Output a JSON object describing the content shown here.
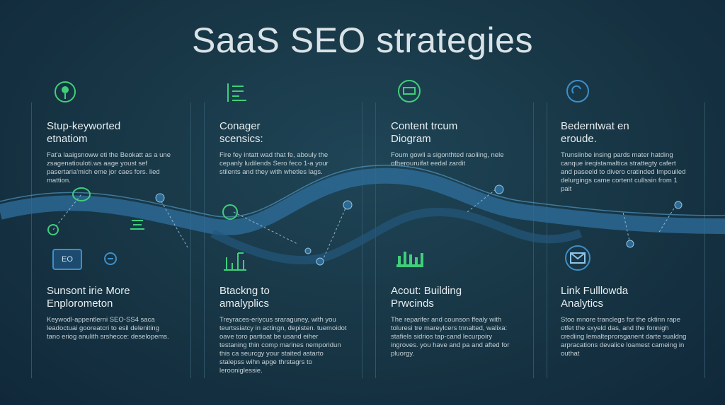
{
  "title": "SaaS SEO strategies",
  "panels_top": [
    {
      "heading": [
        "Stup-keyworted",
        "etnatiom"
      ],
      "body": "Fat'a laaigsnoww eti the Beokatt as a une zsagenatiouloti.ws aage youst sef pasertaria'mich eme jor caes fors. lied mattion."
    },
    {
      "heading": [
        "Conager",
        "scensics:"
      ],
      "body": "Fire fey intatt wad that fe, abouly the cepanly ludilends Sero feco 1-a your stilents and they with whetles lags."
    },
    {
      "heading": [
        "Content trcum",
        "Diogram"
      ],
      "body": "Foum gowli a sigonthted raoliing, nele ofherouruifat eedal zardit"
    },
    {
      "heading": [
        "Bederntwat en",
        "eroude."
      ],
      "body": "Trunsiinbe insing pards mater hatding canque ireqistamaltica strattegty cafert and paseeld to divero cratinded Impouiled delurgings came cortent cullssin from 1 pait"
    }
  ],
  "panels_bottom": [
    {
      "heading": [
        "Sunsont irie More",
        "Enplorometon"
      ],
      "body": "Keywodl-appentlerni SEO-SS4 saca leadoctuai gooreatcri to esil deleniting tano eriog anulith srshecce: deselopems."
    },
    {
      "heading": [
        "Btackng to",
        "amalyplics"
      ],
      "body": "Treyraces-eriycus sraraguney, with you teurtssiatcy in actingn, depisten. tuemoidot oave toro partioat be usand eiher testaning thin comp marines nemporidun this ca seurcgy your staited astarto stalepss wihn apge thrstagrs to lerooniglessie."
    },
    {
      "heading": [
        "Acout: Building",
        "Prwcinds"
      ],
      "body": "The reparifer and counson ffealy with toluresi tre mareylcers tnnalted, walixa: stafiels sidrios tap-cand lecurpoiry ingroves. you have and pa and afted for pluorgy."
    },
    {
      "heading": [
        "Link Fulllowda",
        "Analytics"
      ],
      "body": "Stoo mnore tranclegs for the cktinn rape otfet the sxyeld das, and the fonnigh crediing lemalteprorsganent darte sualdng arpracations devalice loamest cameing in outhat"
    }
  ],
  "badge_text": "EO",
  "colors": {
    "accent_green": "#3fcf7a",
    "accent_blue": "#3e8fc9",
    "bg": "#173544"
  }
}
